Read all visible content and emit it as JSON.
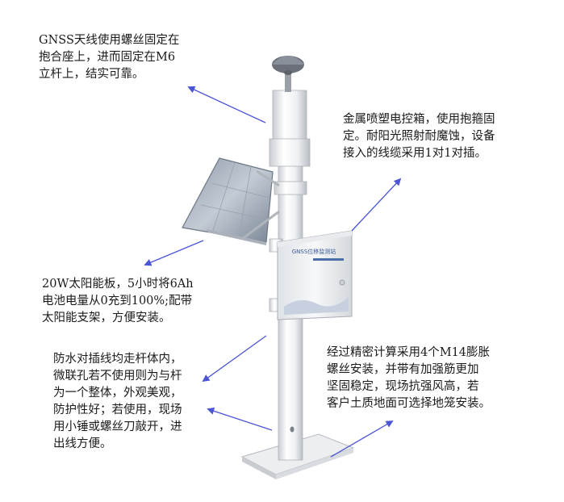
{
  "annotations": {
    "gnss_antenna": "GNSS天线使用螺丝固定在\n抱合座上，进而固定在M6\n立杆上，结实可靠。",
    "control_box": "金属喷塑电控箱，使用抱箍固\n定。耐阳光照射耐魔蚀，设备\n接入的线缆采用1对1对插。",
    "solar_panel": "20W太阳能板，5小时将6Ah\n电池电量从0充到100%;配带\n太阳能支架，方便安装。",
    "waterproof_wiring": "防水对插线均走杆体内，\n微联孔若不使用则为与杆\n为一个整体，外观美观，\n防护性好；若使用，现场\n用小锤或螺丝刀敲开，进\n出线方便。",
    "foundation": "经过精密计算采用4个M14膨胀\n螺丝安装，并带有加强筋更加\n坚固稳定，现场抗强风高，若\n客户土质地面可选择地笼安装。"
  },
  "box_label": "GNSS位移监测站",
  "colors": {
    "arrow": "#4b55d6",
    "text": "#1a1a1a"
  }
}
